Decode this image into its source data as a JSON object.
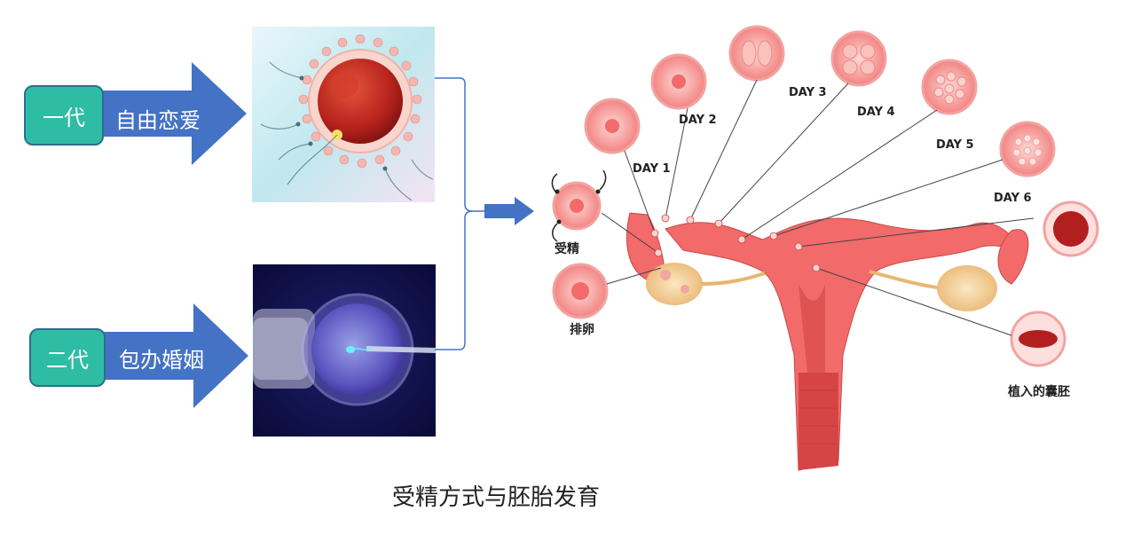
{
  "left": {
    "gen1": {
      "box_label": "一代",
      "arrow_label": "自由恋爱"
    },
    "gen2": {
      "box_label": "二代",
      "arrow_label": "包办婚姻"
    }
  },
  "right": {
    "stages": [
      "DAY 1",
      "DAY 2",
      "DAY 3",
      "DAY 4",
      "DAY 5",
      "DAY 6"
    ],
    "fertilization_label": "受精",
    "ovulation_label": "排卵",
    "implanted_label": "植入的囊胚"
  },
  "caption": "受精方式与胚胎发育",
  "colors": {
    "teal": "#2ebca5",
    "arrow_blue": "#4472c4",
    "tissue": "#f06d70"
  }
}
